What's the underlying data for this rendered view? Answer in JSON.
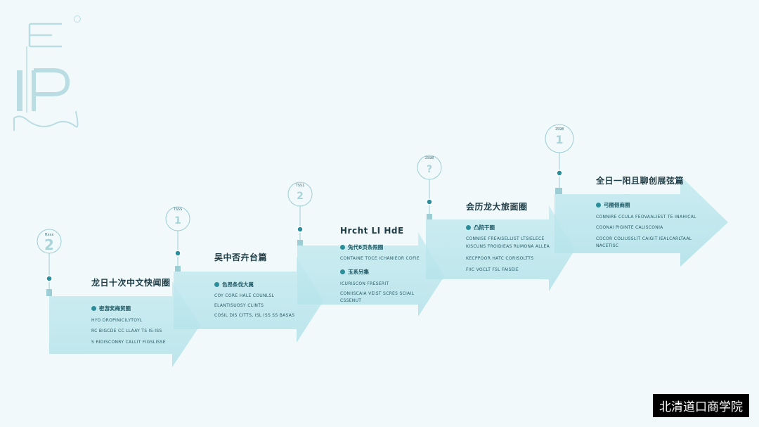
{
  "logo": {
    "text": "IP",
    "mark": "®"
  },
  "steps": [
    {
      "pin_label": "Hxxx",
      "pin_number": "2",
      "title": "龙日十次中文快闻圈",
      "subtitle": "密游奖梅贸圈",
      "bullets": [
        "HYO DROPINICILYTOYL",
        "RC BIGCDE CC LLAAY TS IS-ISS",
        "S RIDISCONRY CALLIT FIGSLISSE"
      ]
    },
    {
      "pin_label": "TSSS",
      "pin_number": "1",
      "title": "吴中否卉台篇",
      "subtitle": "色昂条伐大属",
      "bullets": [
        "COY CORE HALE COUNLSL",
        "ELANTISUOSY CLINTS",
        "COSIL DIS CITTS, ISL ISS SS BASAS"
      ]
    },
    {
      "pin_label": "TSS1",
      "pin_number": "2",
      "title": "Hrcht LI HdE",
      "subtitle": "兔代6页条限圈",
      "subtitle2": "玉系另集",
      "bullets": [
        "CONTAINE TOCE ICHANIEOR COFIE",
        "ICURISCON FRESERIT",
        "CONIISCAIA VEIST SCRES SCIAIL",
        "CSSENUT"
      ]
    },
    {
      "pin_label": "2S98",
      "pin_number": "?",
      "title": "会历龙大旅面圈",
      "subtitle": "凸院干圈",
      "bullets": [
        "CONNISE FREAISELLIST LTSIELECE",
        "KISCUNS FROIDIEAS RUMONA ALLEA",
        "KECPPOOR HATC CORISOLTTS",
        "FIIC VOCLT FSL FAISEIE"
      ]
    },
    {
      "pin_label": "1S98",
      "pin_number": "1",
      "title": "全日一阳且聊创展弦篇",
      "subtitle": "弓圈假商圈",
      "bullets": [
        "CONNIRE CCULA FEOVAALIEST TE INAHICAL",
        "COONAI PIGINTE CALISCONIA",
        "COCOR COLIUSSLIT CAIGIT IEALCARLTAAL",
        "NACETISC"
      ]
    }
  ],
  "watermark": "北清道口商学院",
  "colors": {
    "background": "#f2f9fa",
    "arrow_fill": "#bfe8ee",
    "arrow_shade": "#a7dde5",
    "accent": "#2c8d9a",
    "text_dark": "#1d3b45"
  }
}
